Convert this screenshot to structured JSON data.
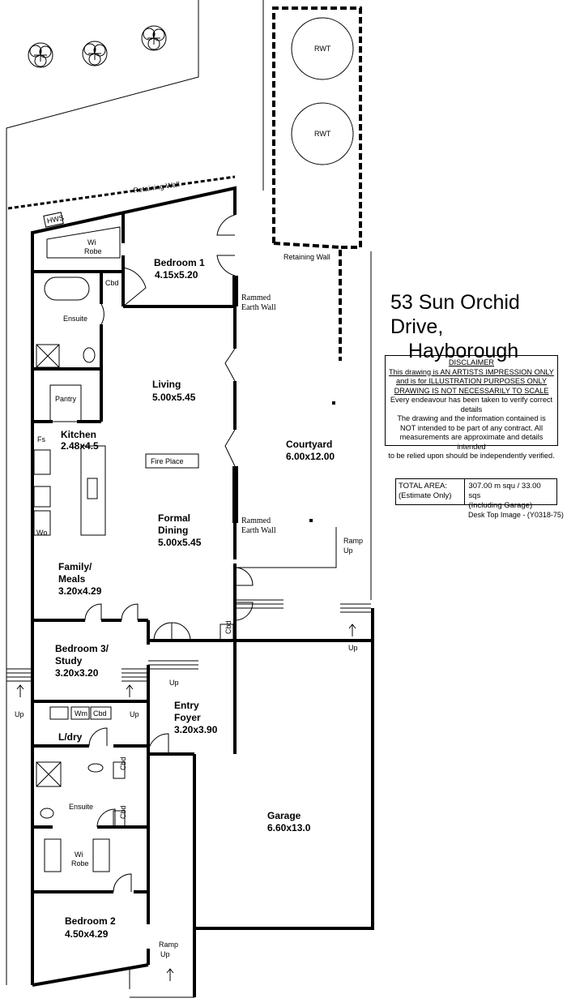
{
  "address": {
    "line1": "53 Sun Orchid Drive,",
    "line2": "Hayborough"
  },
  "disclaimer": {
    "title": "DISCLAIMER",
    "underlined": [
      "This drawing is AN ARTISTS IMPRESSION ONLY",
      "and is for ILLUSTRATION PURPOSES ONLY",
      "DRAWING IS NOT NECESSARILY TO SCALE"
    ],
    "body": [
      "Every endeavour has been taken to verify correct details",
      "The drawing and the information contained is",
      "NOT intended to be part of any contract. All",
      "measurements are approximate and details intended",
      "to be relied upon should be independently verified."
    ]
  },
  "total_area": {
    "label1": "TOTAL AREA:",
    "label2": "(Estimate Only)",
    "value1": "307.00 m squ /  33.00 sqs",
    "value2": "(Including Garage)"
  },
  "image_ref": "Desk Top Image - (Y0318-75)",
  "rooms": {
    "bedroom1": {
      "name": "Bedroom 1",
      "size": "4.15x5.20"
    },
    "living": {
      "name": "Living",
      "size": "5.00x5.45"
    },
    "kitchen": {
      "name": "Kitchen",
      "size": "2.48x4.5"
    },
    "formal_dining": {
      "name": "Formal",
      "name2": "Dining",
      "size": "5.00x5.45"
    },
    "family": {
      "name": "Family/",
      "name2": "Meals",
      "size": "3.20x4.29"
    },
    "courtyard": {
      "name": "Courtyard",
      "size": "6.00x12.00"
    },
    "bedroom3": {
      "name": "Bedroom 3/",
      "name2": "Study",
      "size": "3.20x3.20"
    },
    "entry": {
      "name": "Entry",
      "name2": "Foyer",
      "size": "3.20x3.90"
    },
    "garage": {
      "name": "Garage",
      "size": "6.60x13.0"
    },
    "bedroom2": {
      "name": "Bedroom 2",
      "size": "4.50x4.29"
    }
  },
  "labels": {
    "rwt1": "RWT",
    "rwt2": "RWT",
    "retaining_wall_top": "Retaining Wall",
    "retaining_wall_right": "Retaining Wall",
    "hws": "HWS",
    "wi_robe": "Wi",
    "wi_robe2": "Robe",
    "cbd": "Cbd",
    "ensuite": "Ensuite",
    "pantry": "Pantry",
    "fs": "Fs",
    "wo": "Wo",
    "fire_place": "Fire Place",
    "rammed1": "Rammed",
    "rammed1b": "Earth Wall",
    "rammed2": "Rammed",
    "rammed2b": "Earth Wall",
    "ramp": "Ramp",
    "up": "Up",
    "wm": "Wm",
    "ldry": "L/dry",
    "ensuite2": "Ensuite"
  }
}
